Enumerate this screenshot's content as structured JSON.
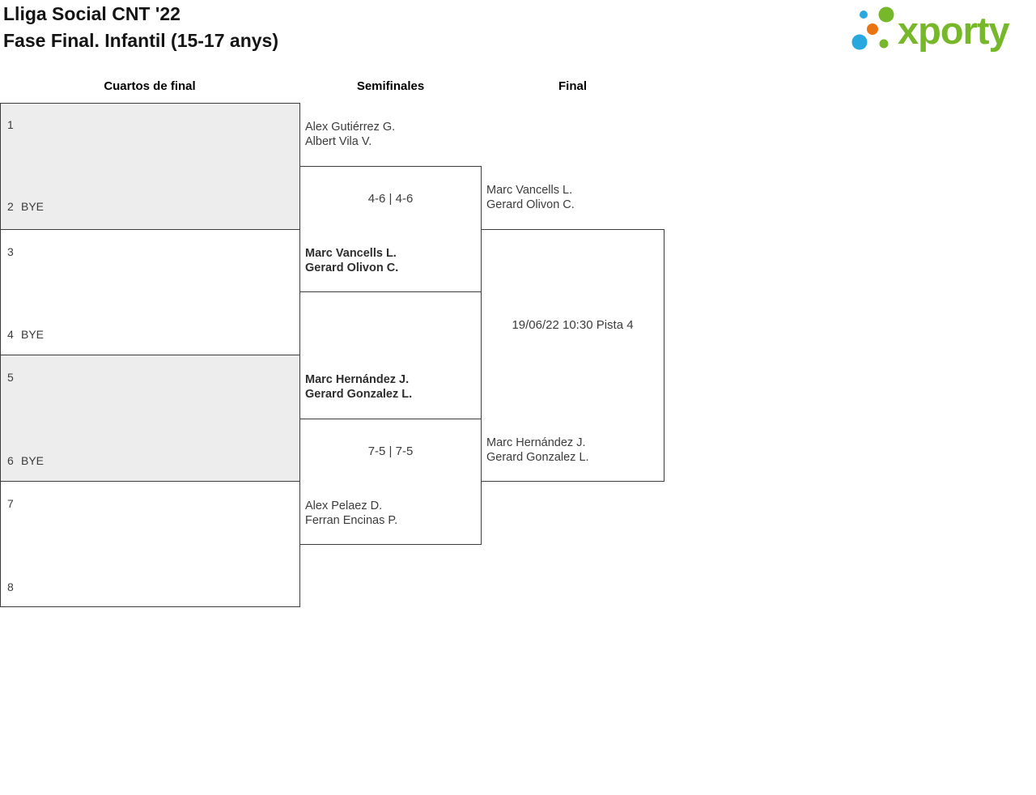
{
  "page": {
    "title_line1": "Lliga Social CNT '22",
    "title_line2": "Fase Final. Infantil (15-17 anys)"
  },
  "logo": {
    "text": "xporty",
    "colors": {
      "green": "#76b82a",
      "blue": "#29a8e0",
      "orange": "#e87511"
    }
  },
  "bracket": {
    "rounds": [
      {
        "label": "Cuartos de final"
      },
      {
        "label": "Semifinales"
      },
      {
        "label": "Final"
      }
    ],
    "colors": {
      "bye_fill": "#ededed",
      "border": "#3c3c3c"
    },
    "quarterfinals": [
      {
        "top": {
          "seed": "1",
          "name": ""
        },
        "bottom": {
          "seed": "2",
          "name": "BYE"
        }
      },
      {
        "top": {
          "seed": "3",
          "name": ""
        },
        "bottom": {
          "seed": "4",
          "name": "BYE"
        }
      },
      {
        "top": {
          "seed": "5",
          "name": ""
        },
        "bottom": {
          "seed": "6",
          "name": "BYE"
        }
      },
      {
        "top": {
          "seed": "7",
          "name": ""
        },
        "bottom": {
          "seed": "8",
          "name": ""
        }
      }
    ],
    "semifinals": [
      {
        "top_team": {
          "line1": "Alex Gutiérrez G.",
          "line2": "Albert Vila V.",
          "winner": false
        },
        "score": "4-6 | 4-6",
        "bottom_team": {
          "line1": "Marc Vancells L.",
          "line2": "Gerard Olivon C.",
          "winner": true
        }
      },
      {
        "top_team": {
          "line1": "Marc Hernández J.",
          "line2": "Gerard Gonzalez L.",
          "winner": true
        },
        "score": "7-5 | 7-5",
        "bottom_team": {
          "line1": "Alex Pelaez D.",
          "line2": "Ferran Encinas P.",
          "winner": false
        }
      }
    ],
    "final": {
      "top_team": {
        "line1": "Marc Vancells L.",
        "line2": "Gerard Olivon C."
      },
      "schedule": "19/06/22 10:30 Pista 4",
      "bottom_team": {
        "line1": "Marc Hernández J.",
        "line2": "Gerard Gonzalez L."
      }
    }
  }
}
